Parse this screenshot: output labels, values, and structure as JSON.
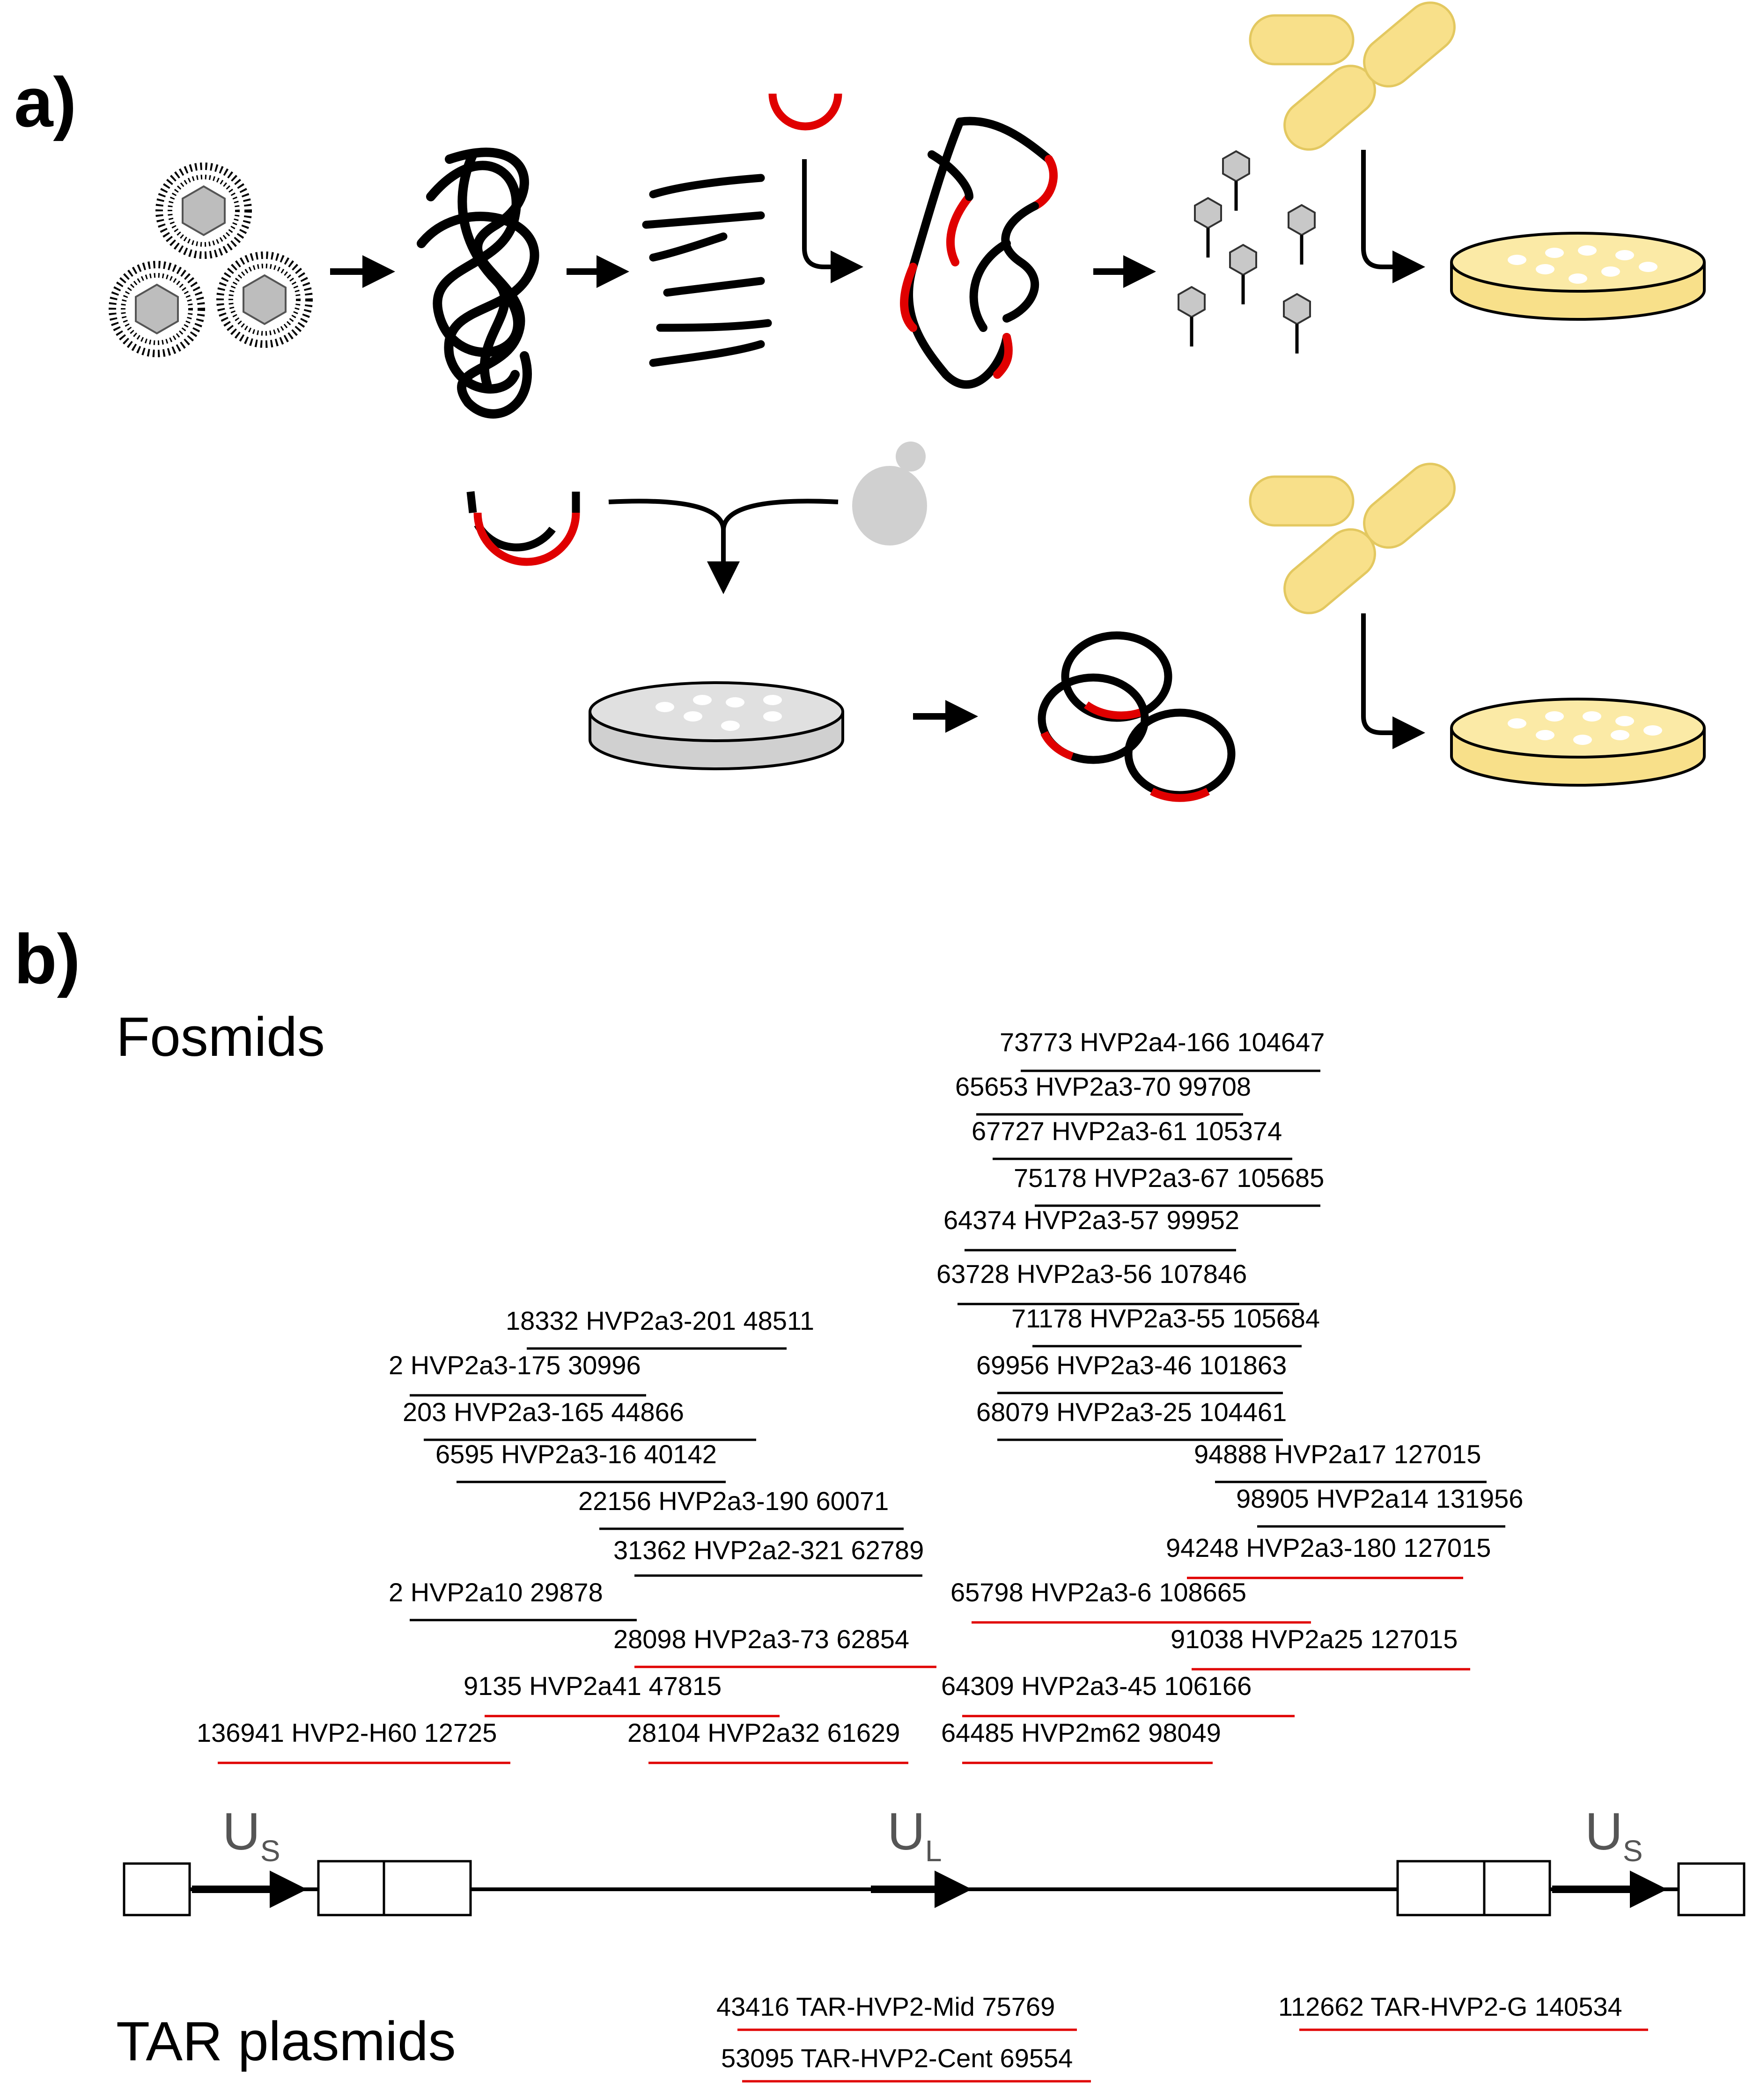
{
  "panels": {
    "a": "a)",
    "b": "b)"
  },
  "sections": {
    "fosmids": "Fosmids",
    "tar": "TAR plasmids"
  },
  "colors": {
    "black_line": "#000000",
    "red_line": "#e00000",
    "yellow_fill": "#f8e08a",
    "yellow_stroke": "#c9b040",
    "grey_fill": "#d0d0d0",
    "virion_fill": "#bdbdbd"
  },
  "genome_map": {
    "regions": [
      {
        "main": "U",
        "sub": "S"
      },
      {
        "main": "U",
        "sub": "L"
      },
      {
        "main": "U",
        "sub": "S"
      }
    ]
  },
  "fosmids": [
    {
      "start": "73773",
      "name": "HVP2a4-166",
      "end": "104647",
      "color": "black"
    },
    {
      "start": "65653",
      "name": "HVP2a3-70",
      "end": "99708",
      "color": "black"
    },
    {
      "start": "67727",
      "name": "HVP2a3-61",
      "end": "105374",
      "color": "black"
    },
    {
      "start": "75178",
      "name": "HVP2a3-67",
      "end": "105685",
      "color": "black"
    },
    {
      "start": "64374",
      "name": "HVP2a3-57",
      "end": "99952",
      "color": "black"
    },
    {
      "start": "63728",
      "name": "HVP2a3-56",
      "end": "107846",
      "color": "black"
    },
    {
      "start": "18332",
      "name": "HVP2a3-201",
      "end": "48511",
      "color": "black"
    },
    {
      "start": "71178",
      "name": "HVP2a3-55",
      "end": "105684",
      "color": "black"
    },
    {
      "start": "2",
      "name": "HVP2a3-175",
      "end": "30996",
      "color": "black"
    },
    {
      "start": "69956",
      "name": "HVP2a3-46",
      "end": "101863",
      "color": "black"
    },
    {
      "start": "203",
      "name": "HVP2a3-165",
      "end": "44866",
      "color": "black"
    },
    {
      "start": "68079",
      "name": "HVP2a3-25",
      "end": "104461",
      "color": "black"
    },
    {
      "start": "6595",
      "name": "HVP2a3-16",
      "end": "40142",
      "color": "black"
    },
    {
      "start": "94888",
      "name": "HVP2a17",
      "end": "127015",
      "color": "black"
    },
    {
      "start": "22156",
      "name": "HVP2a3-190",
      "end": "60071",
      "color": "black"
    },
    {
      "start": "98905",
      "name": "HVP2a14",
      "end": "131956",
      "color": "black"
    },
    {
      "start": "31362",
      "name": "HVP2a2-321",
      "end": "62789",
      "color": "black"
    },
    {
      "start": "94248",
      "name": "HVP2a3-180",
      "end": "127015",
      "color": "red"
    },
    {
      "start": "2",
      "name": "HVP2a10",
      "end": "29878",
      "color": "black"
    },
    {
      "start": "65798",
      "name": "HVP2a3-6",
      "end": "108665",
      "color": "red"
    },
    {
      "start": "28098",
      "name": "HVP2a3-73",
      "end": "62854",
      "color": "red"
    },
    {
      "start": "91038",
      "name": "HVP2a25",
      "end": "127015",
      "color": "red"
    },
    {
      "start": "9135",
      "name": "HVP2a41",
      "end": "47815",
      "color": "red"
    },
    {
      "start": "64309",
      "name": "HVP2a3-45",
      "end": "106166",
      "color": "red"
    },
    {
      "start": "136941",
      "name": "HVP2-H60",
      "end": "12725",
      "color": "red"
    },
    {
      "start": "28104",
      "name": "HVP2a32",
      "end": "61629",
      "color": "red"
    },
    {
      "start": "64485",
      "name": "HVP2m62",
      "end": "98049",
      "color": "red"
    }
  ],
  "tar_plasmids": [
    {
      "start": "43416",
      "name": "TAR-HVP2-Mid",
      "end": "75769",
      "color": "red"
    },
    {
      "start": "53095",
      "name": "TAR-HVP2-Cent",
      "end": "69554",
      "color": "red"
    },
    {
      "start": "112662",
      "name": "TAR-HVP2-G",
      "end": "140534",
      "color": "red"
    }
  ]
}
